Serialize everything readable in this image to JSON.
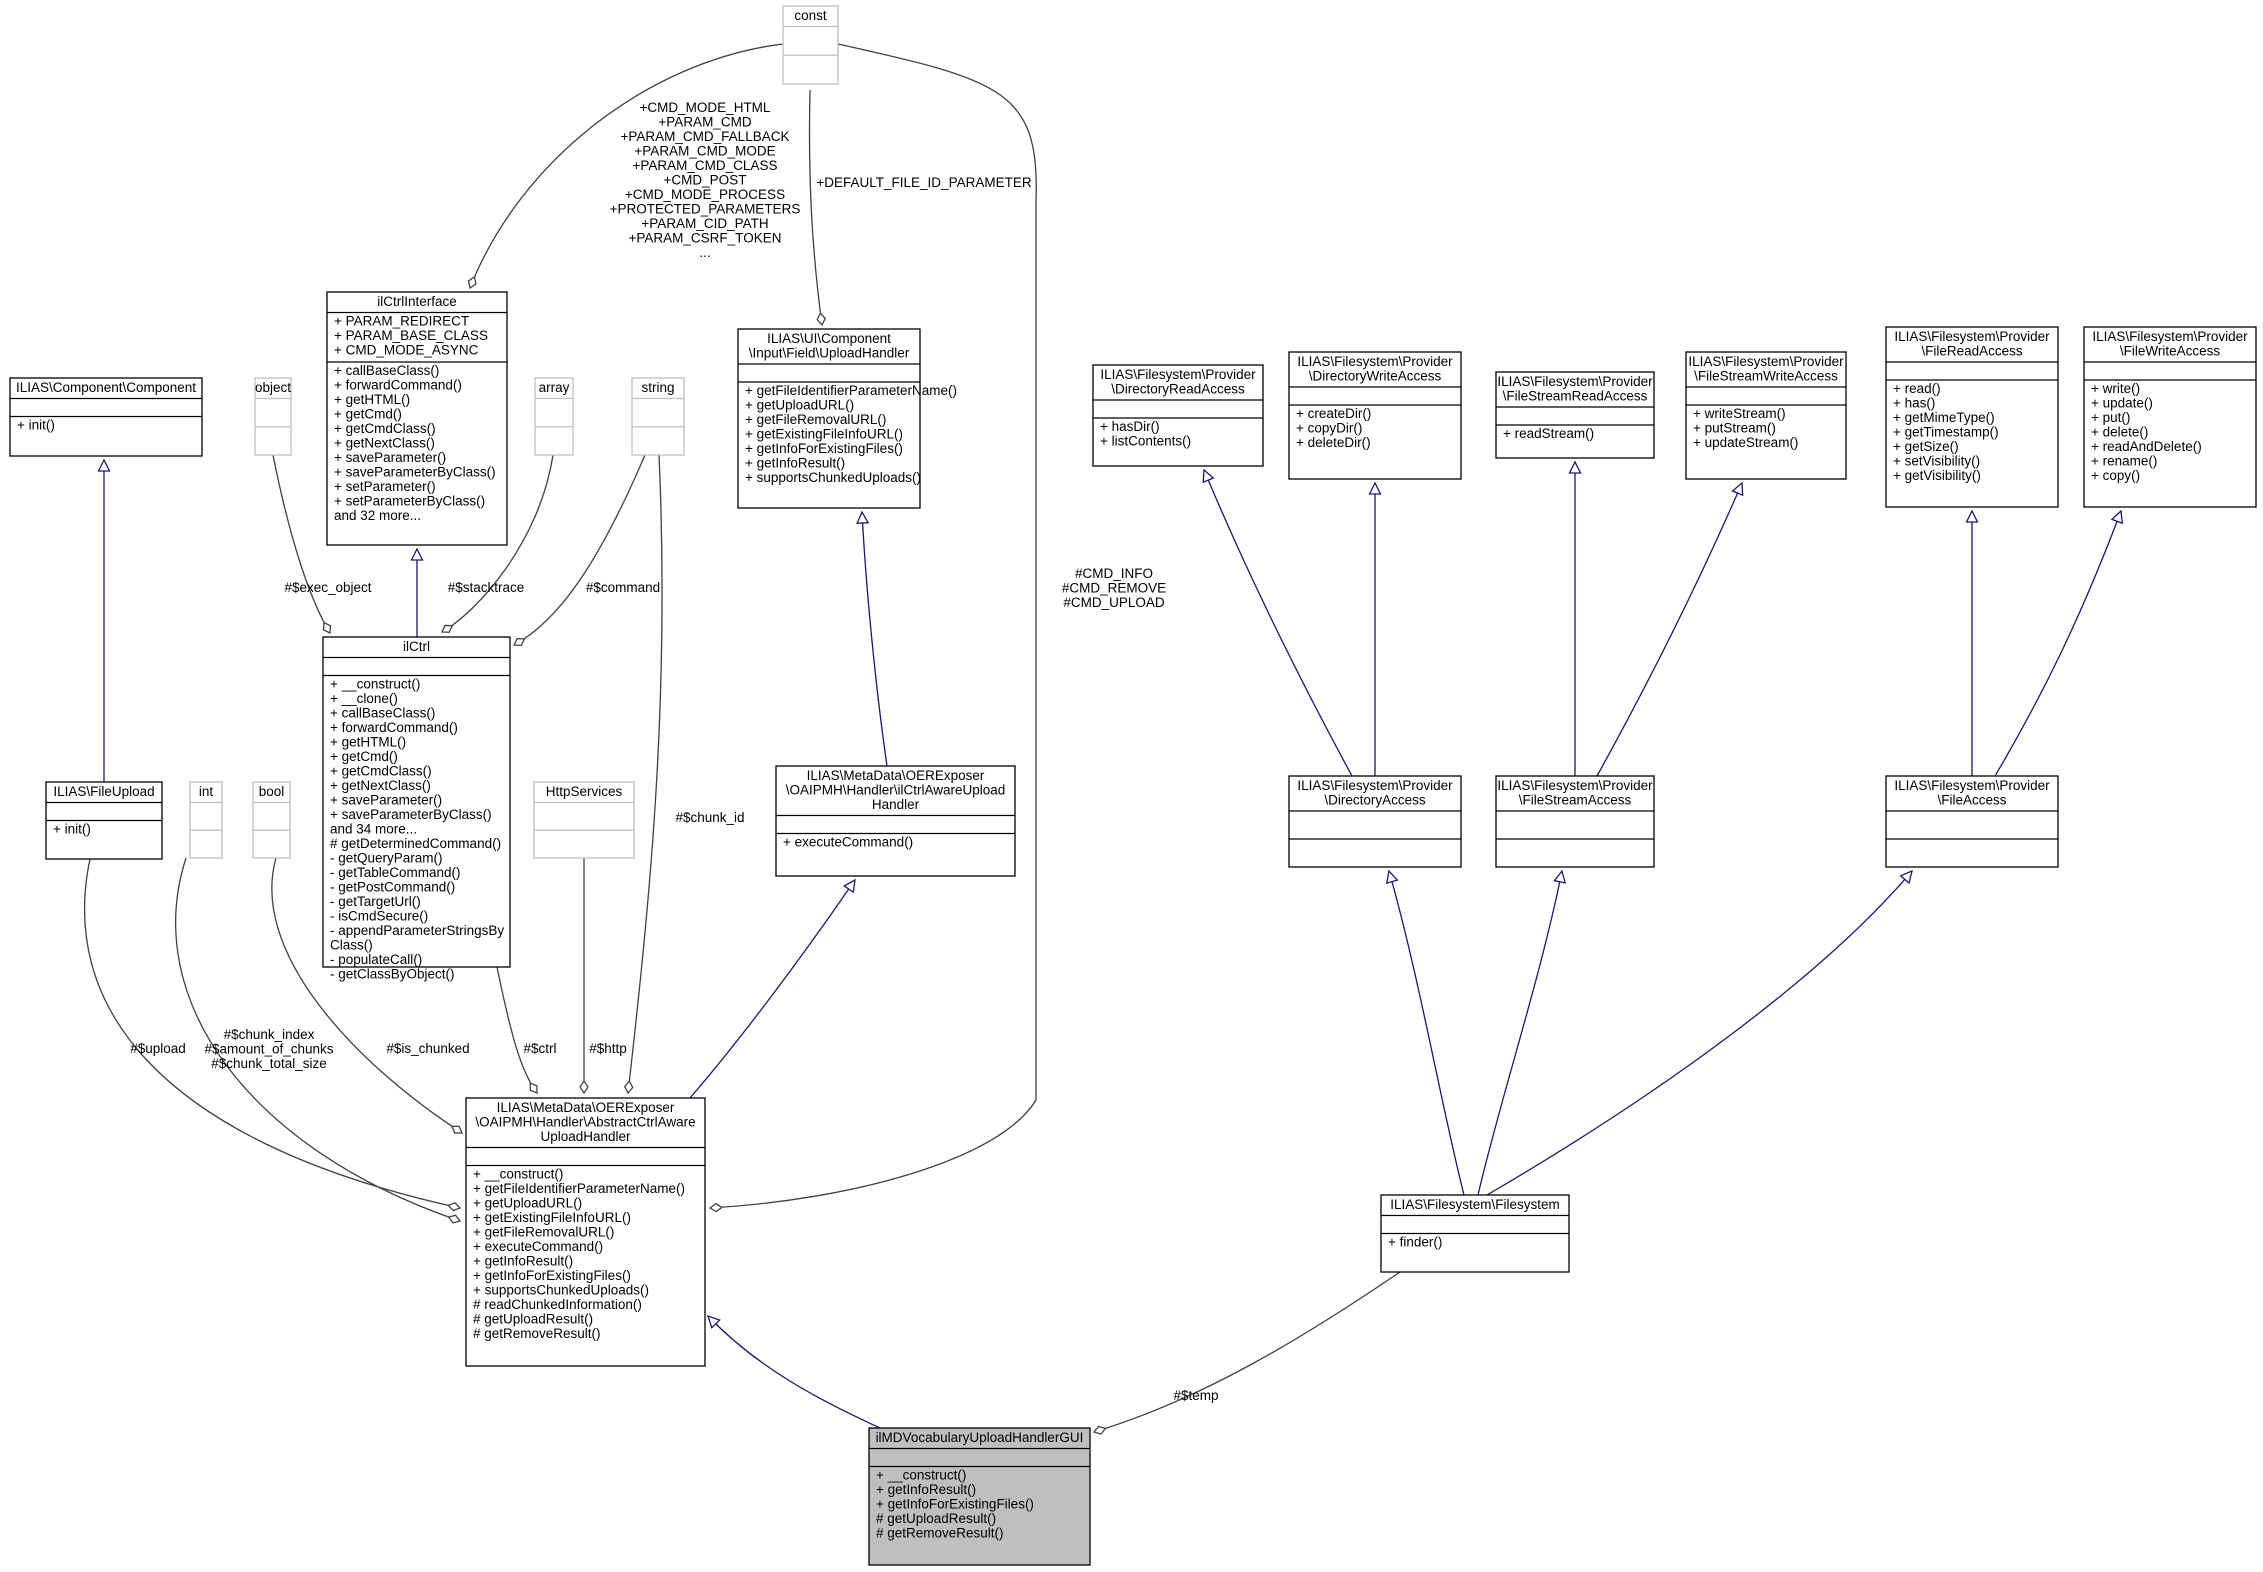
{
  "classes": [
    {
      "id": "const",
      "title": [
        "const"
      ],
      "sections": [
        [],
        []
      ],
      "ghost": true
    },
    {
      "id": "ilCtrlInterface",
      "title": [
        "ilCtrlInterface"
      ],
      "sections": [
        [
          "+ PARAM_REDIRECT",
          "+ PARAM_BASE_CLASS",
          "+ CMD_MODE_ASYNC"
        ],
        [
          "+ callBaseClass()",
          "+ forwardCommand()",
          "+ getHTML()",
          "+ getCmd()",
          "+ getCmdClass()",
          "+ getNextClass()",
          "+ saveParameter()",
          "+ saveParameterByClass()",
          "+ setParameter()",
          "+ setParameterByClass()",
          "and 32 more..."
        ]
      ]
    },
    {
      "id": "component",
      "title": [
        "ILIAS\\Component\\Component"
      ],
      "sections": [
        [],
        [
          "+ init()"
        ]
      ]
    },
    {
      "id": "object",
      "title": [
        "object"
      ],
      "sections": [
        [],
        []
      ],
      "ghost": true
    },
    {
      "id": "array",
      "title": [
        "array"
      ],
      "sections": [
        [],
        []
      ],
      "ghost": true
    },
    {
      "id": "string",
      "title": [
        "string"
      ],
      "sections": [
        [],
        []
      ],
      "ghost": true
    },
    {
      "id": "uploadHandler",
      "title": [
        "ILIAS\\UI\\Component",
        "\\Input\\Field\\UploadHandler"
      ],
      "sections": [
        [],
        [
          "+ getFileIdentifierParameterName()",
          "+ getUploadURL()",
          "+ getFileRemovalURL()",
          "+ getExistingFileInfoURL()",
          "+ getInfoForExistingFiles()",
          "+ getInfoResult()",
          "+ supportsChunkedUploads()"
        ]
      ]
    },
    {
      "id": "dirRead",
      "title": [
        "ILIAS\\Filesystem\\Provider",
        "\\DirectoryReadAccess"
      ],
      "sections": [
        [],
        [
          "+ hasDir()",
          "+ listContents()"
        ]
      ]
    },
    {
      "id": "dirWrite",
      "title": [
        "ILIAS\\Filesystem\\Provider",
        "\\DirectoryWriteAccess"
      ],
      "sections": [
        [],
        [
          "+ createDir()",
          "+ copyDir()",
          "+ deleteDir()"
        ]
      ]
    },
    {
      "id": "streamRead",
      "title": [
        "ILIAS\\Filesystem\\Provider",
        "\\FileStreamReadAccess"
      ],
      "sections": [
        [],
        [
          "+ readStream()"
        ]
      ]
    },
    {
      "id": "streamWrite",
      "title": [
        "ILIAS\\Filesystem\\Provider",
        "\\FileStreamWriteAccess"
      ],
      "sections": [
        [],
        [
          "+ writeStream()",
          "+ putStream()",
          "+ updateStream()"
        ]
      ]
    },
    {
      "id": "fileRead",
      "title": [
        "ILIAS\\Filesystem\\Provider",
        "\\FileReadAccess"
      ],
      "sections": [
        [],
        [
          "+ read()",
          "+ has()",
          "+ getMimeType()",
          "+ getTimestamp()",
          "+ getSize()",
          "+ setVisibility()",
          "+ getVisibility()"
        ]
      ]
    },
    {
      "id": "fileWrite",
      "title": [
        "ILIAS\\Filesystem\\Provider",
        "\\FileWriteAccess"
      ],
      "sections": [
        [],
        [
          "+ write()",
          "+ update()",
          "+ put()",
          "+ delete()",
          "+ readAndDelete()",
          "+ rename()",
          "+ copy()"
        ]
      ]
    },
    {
      "id": "ilCtrl",
      "title": [
        "ilCtrl"
      ],
      "sections": [
        [],
        [
          "+ __construct()",
          "+ __clone()",
          "+ callBaseClass()",
          "+ forwardCommand()",
          "+ getHTML()",
          "+ getCmd()",
          "+ getCmdClass()",
          "+ getNextClass()",
          "+ saveParameter()",
          "+ saveParameterByClass()",
          "and 34 more...",
          "# getDeterminedCommand()",
          "- getQueryParam()",
          "- getTableCommand()",
          "- getPostCommand()",
          "- getTargetUrl()",
          "- isCmdSecure()",
          "- appendParameterStringsBy",
          "Class()",
          "- populateCall()",
          "- getClassByObject()"
        ]
      ]
    },
    {
      "id": "fileUpload",
      "title": [
        "ILIAS\\FileUpload"
      ],
      "sections": [
        [],
        [
          "+ init()"
        ]
      ]
    },
    {
      "id": "int",
      "title": [
        "int"
      ],
      "sections": [
        [],
        []
      ],
      "ghost": true
    },
    {
      "id": "bool",
      "title": [
        "bool"
      ],
      "sections": [
        [],
        []
      ],
      "ghost": true
    },
    {
      "id": "httpServices",
      "title": [
        "HttpServices"
      ],
      "sections": [
        [],
        []
      ],
      "ghost": true
    },
    {
      "id": "ctrlAware",
      "title": [
        "ILIAS\\MetaData\\OERExposer",
        "\\OAIPMH\\Handler\\ilCtrlAwareUpload",
        "Handler"
      ],
      "sections": [
        [],
        [
          "+ executeCommand()"
        ]
      ]
    },
    {
      "id": "dirAccess",
      "title": [
        "ILIAS\\Filesystem\\Provider",
        "\\DirectoryAccess"
      ],
      "sections": [
        [],
        []
      ]
    },
    {
      "id": "streamAccess",
      "title": [
        "ILIAS\\Filesystem\\Provider",
        "\\FileStreamAccess"
      ],
      "sections": [
        [],
        []
      ]
    },
    {
      "id": "fileAccess",
      "title": [
        "ILIAS\\Filesystem\\Provider",
        "\\FileAccess"
      ],
      "sections": [
        [],
        []
      ]
    },
    {
      "id": "abstractHandler",
      "title": [
        "ILIAS\\MetaData\\OERExposer",
        "\\OAIPMH\\Handler\\AbstractCtrlAware",
        "UploadHandler"
      ],
      "sections": [
        [],
        [
          "+ __construct()",
          "+ getFileIdentifierParameterName()",
          "+ getUploadURL()",
          "+ getExistingFileInfoURL()",
          "+ getFileRemovalURL()",
          "+ executeCommand()",
          "+ getInfoResult()",
          "+ getInfoForExistingFiles()",
          "+ supportsChunkedUploads()",
          "# readChunkedInformation()",
          "# getUploadResult()",
          "# getRemoveResult()"
        ]
      ]
    },
    {
      "id": "filesystem",
      "title": [
        "ILIAS\\Filesystem\\Filesystem"
      ],
      "sections": [
        [],
        [
          "+ finder()"
        ]
      ]
    },
    {
      "id": "vocabGUI",
      "title": [
        "ilMDVocabularyUploadHandlerGUI"
      ],
      "sections": [
        [],
        [
          "+ __construct()",
          "+ getInfoResult()",
          "+ getInfoForExistingFiles()",
          "# getUploadResult()",
          "# getRemoveResult()"
        ]
      ],
      "focus": true
    }
  ],
  "edges": [
    {
      "id": "e-component-fileupload",
      "kind": "inherit",
      "label": []
    },
    {
      "id": "e-ctrlif-ilctrl",
      "kind": "inherit",
      "label": []
    },
    {
      "id": "e-uploadhandler-ctrlaware",
      "kind": "inherit",
      "label": []
    },
    {
      "id": "e-ctrlaware-abstract",
      "kind": "inherit",
      "label": []
    },
    {
      "id": "e-abstract-vocab",
      "kind": "inherit",
      "label": []
    },
    {
      "id": "e-dirread-diraccess",
      "kind": "inherit",
      "label": []
    },
    {
      "id": "e-dirwrite-diraccess",
      "kind": "inherit",
      "label": []
    },
    {
      "id": "e-streamread-streamaccess",
      "kind": "inherit",
      "label": []
    },
    {
      "id": "e-streamwrite-streamaccess",
      "kind": "inherit",
      "label": []
    },
    {
      "id": "e-fileread-fileaccess",
      "kind": "inherit",
      "label": []
    },
    {
      "id": "e-filewrite-fileaccess",
      "kind": "inherit",
      "label": []
    },
    {
      "id": "e-diraccess-filesystem",
      "kind": "inherit",
      "label": []
    },
    {
      "id": "e-streamaccess-filesystem",
      "kind": "inherit",
      "label": []
    },
    {
      "id": "e-fileaccess-filesystem",
      "kind": "inherit",
      "label": []
    },
    {
      "id": "e-const-ctrlif",
      "kind": "use",
      "label": [
        "+CMD_MODE_HTML",
        "+PARAM_CMD",
        "+PARAM_CMD_FALLBACK",
        "+PARAM_CMD_MODE",
        "+PARAM_CMD_CLASS",
        "+CMD_POST",
        "+CMD_MODE_PROCESS",
        "+PROTECTED_PARAMETERS",
        "+PARAM_CID_PATH",
        "+PARAM_CSRF_TOKEN",
        "..."
      ]
    },
    {
      "id": "e-const-uploadhandler",
      "kind": "use",
      "label": [
        "+DEFAULT_FILE_ID_PARAMETER"
      ]
    },
    {
      "id": "e-const-abstract",
      "kind": "use",
      "label": [
        "#CMD_INFO",
        "#CMD_REMOVE",
        "#CMD_UPLOAD"
      ]
    },
    {
      "id": "e-object-ilctrl",
      "kind": "use",
      "label": [
        "#$exec_object"
      ]
    },
    {
      "id": "e-array-ilctrl",
      "kind": "use",
      "label": [
        "#$stacktrace"
      ]
    },
    {
      "id": "e-string-ilctrl",
      "kind": "use",
      "label": [
        "#$command"
      ]
    },
    {
      "id": "e-string-abstract",
      "kind": "use",
      "label": [
        "#$chunk_id"
      ]
    },
    {
      "id": "e-fileupload-abstract",
      "kind": "use",
      "label": [
        "#$upload"
      ]
    },
    {
      "id": "e-int-abstract",
      "kind": "use",
      "label": [
        "#$chunk_index",
        "#$amount_of_chunks",
        "#$chunk_total_size"
      ]
    },
    {
      "id": "e-bool-abstract",
      "kind": "use",
      "label": [
        "#$is_chunked"
      ]
    },
    {
      "id": "e-ilctrl-abstract",
      "kind": "use",
      "label": [
        "#$ctrl"
      ]
    },
    {
      "id": "e-http-abstract",
      "kind": "use",
      "label": [
        "#$http"
      ]
    },
    {
      "id": "e-filesystem-vocab",
      "kind": "use",
      "label": [
        "#$temp"
      ]
    }
  ]
}
